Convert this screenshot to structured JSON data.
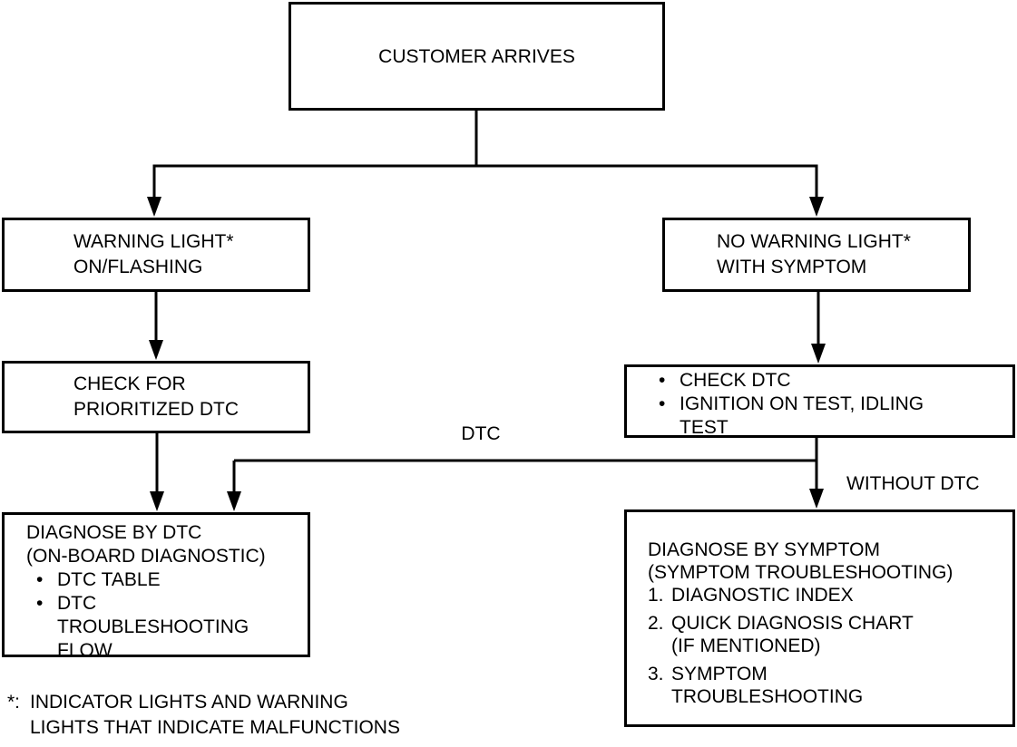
{
  "colors": {
    "line": "#000000",
    "text": "#000000",
    "background": "#ffffff"
  },
  "ui": {
    "bullet_char": "•"
  },
  "boxes": {
    "customer": {
      "lines": [
        "CUSTOMER ARRIVES"
      ]
    },
    "warning": {
      "lines": [
        "WARNING LIGHT*",
        "ON/FLASHING"
      ]
    },
    "no_warning": {
      "lines": [
        "NO WARNING LIGHT*",
        "WITH SYMPTOM"
      ]
    },
    "check_prioritized": {
      "lines": [
        "CHECK FOR",
        "PRIORITIZED DTC"
      ]
    },
    "check_dtc": {
      "bullets": [
        {
          "lines": [
            "CHECK DTC"
          ]
        },
        {
          "lines": [
            "IGNITION ON TEST, IDLING",
            "TEST"
          ]
        }
      ]
    },
    "diagnose_dtc": {
      "lines": [
        "DIAGNOSE BY DTC",
        "(ON-BOARD DIAGNOSTIC)"
      ],
      "bullets": [
        {
          "lines": [
            "DTC TABLE"
          ]
        },
        {
          "lines": [
            "DTC",
            "TROUBLESHOOTING",
            "FLOW"
          ]
        }
      ]
    },
    "diagnose_symptom": {
      "lines": [
        "DIAGNOSE BY SYMPTOM",
        "(SYMPTOM TROUBLESHOOTING)"
      ],
      "numbered": [
        {
          "num": "1.",
          "lines": [
            "DIAGNOSTIC INDEX"
          ]
        },
        {
          "num": "2.",
          "lines": [
            "QUICK DIAGNOSIS CHART",
            "(IF MENTIONED)"
          ]
        },
        {
          "num": "3.",
          "lines": [
            "SYMPTOM",
            "TROUBLESHOOTING"
          ]
        }
      ]
    }
  },
  "edge_labels": {
    "dtc": "DTC",
    "without_dtc": "WITHOUT DTC"
  },
  "footnote": {
    "marker": "*:",
    "lines": [
      "INDICATOR LIGHTS AND WARNING",
      "LIGHTS THAT INDICATE MALFUNCTIONS"
    ]
  }
}
